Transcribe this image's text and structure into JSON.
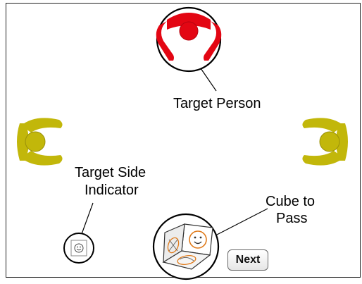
{
  "labels": {
    "target_person": "Target Person",
    "target_side_indicator_line1": "Target Side",
    "target_side_indicator_line2": "Indicator",
    "cube_to_pass_line1": "Cube to",
    "cube_to_pass_line2": "Pass"
  },
  "buttons": {
    "next": "Next"
  },
  "colors": {
    "target_person": "#e30613",
    "other_person": "#c2b70a",
    "cube_face_icon": "#e07a1a",
    "cube_shading": "#e0e0e0",
    "outline": "#000000"
  },
  "icons": {
    "target_side_face": "smiley-icon",
    "cube_face": "smiley-icon"
  }
}
